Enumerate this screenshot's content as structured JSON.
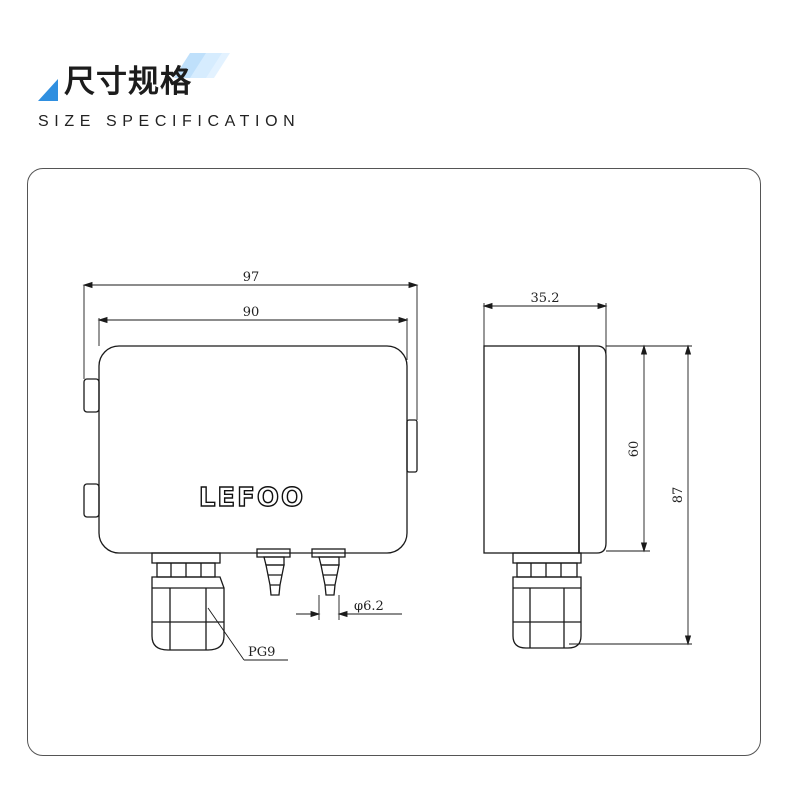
{
  "header": {
    "title_cn": "尺寸规格",
    "title_en": "SIZE SPECIFICATION"
  },
  "drawing": {
    "brand_logo": "LEFOO",
    "dimensions": {
      "front_overall_width": "97",
      "front_body_width": "90",
      "side_depth": "35.2",
      "side_body_height": "60",
      "side_overall_height": "87",
      "barb_diameter": "φ6.2",
      "cable_gland": "PG9"
    }
  },
  "colors": {
    "accent_blue": "#2f8fe0",
    "line": "#1a1a1a"
  }
}
